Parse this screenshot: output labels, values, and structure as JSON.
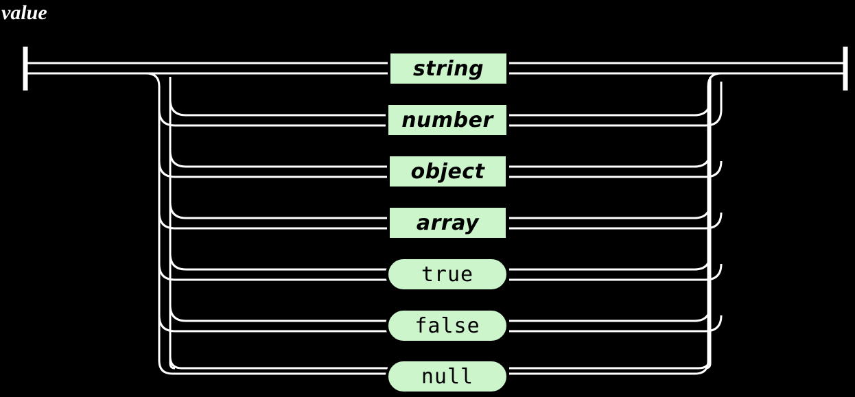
{
  "diagram": {
    "title": "value",
    "type": "railroad-syntax-diagram",
    "grammar": "JSON",
    "background_color": "#000000",
    "rail_color": "#ffffff",
    "node_fill_color": "#ccf5cc",
    "node_border_color": "#000000",
    "node_text_color": "#000000",
    "title_color": "#ffffff",
    "entry_marker": "start-bar",
    "exit_marker": "end-bar"
  },
  "alternatives": [
    {
      "label": "string",
      "kind": "nonterminal",
      "row": 1
    },
    {
      "label": "number",
      "kind": "nonterminal",
      "row": 2
    },
    {
      "label": "object",
      "kind": "nonterminal",
      "row": 3
    },
    {
      "label": "array",
      "kind": "nonterminal",
      "row": 4
    },
    {
      "label": "true",
      "kind": "terminal",
      "row": 5
    },
    {
      "label": "false",
      "kind": "terminal",
      "row": 6
    },
    {
      "label": "null",
      "kind": "terminal",
      "row": 7
    }
  ]
}
